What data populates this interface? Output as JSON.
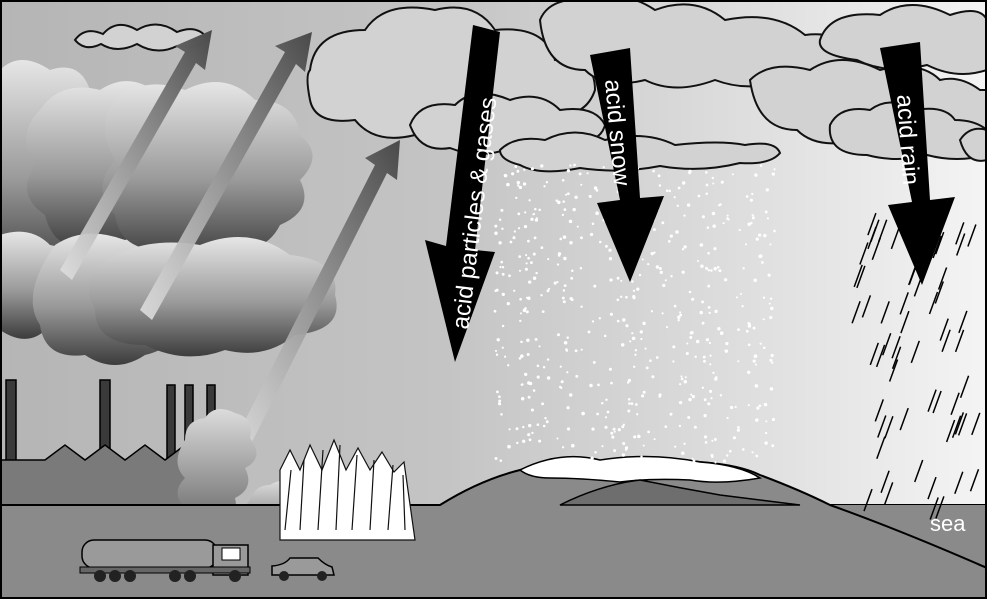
{
  "labels": {
    "particles": "acid particles & gases",
    "snow": "acid snow",
    "rain": "acid rain",
    "sea": "sea"
  },
  "colors": {
    "sky_left": "#bdbdbd",
    "sky_right": "#f2f2f2",
    "ground": "#8a8a8a",
    "cloud": "#d4d4d4",
    "arrow": "#000000",
    "smoke_dark": "#4a4a4a",
    "smoke_light": "#d8d8d8"
  },
  "icons": [
    "factory-chimney",
    "smoke-plume",
    "tanker-truck",
    "car",
    "forest",
    "mountain",
    "snowflake",
    "raindrop"
  ]
}
